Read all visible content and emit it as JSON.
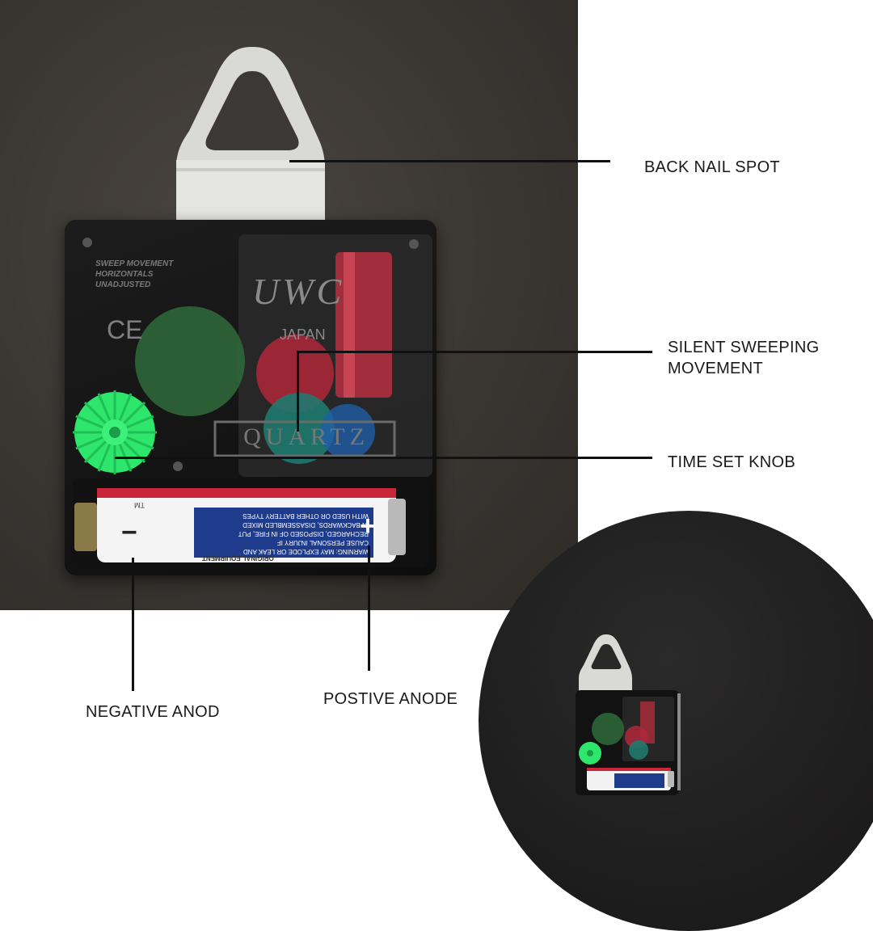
{
  "labels": {
    "back_nail_spot": "BACK NAIL SPOT",
    "silent_sweeping_movement": "SILENT SWEEPING\nMOVEMENT",
    "time_set_knob": "TIME SET KNOB",
    "negative_anode": "NEGATIVE ANOD",
    "positive_anode": "POSTIVE ANODE"
  },
  "movement_print": {
    "brand": "UWC",
    "country": "JAPAN",
    "type": "QUARTZ",
    "ce_mark": "CE",
    "spec_lines": [
      "SWEEP MOVEMENT",
      "HORIZONTALS",
      "UNADJUSTED"
    ]
  },
  "battery": {
    "minus": "−",
    "plus": "+",
    "warning_lines": [
      "WARNING: MAY EXPLODE OR LEAK AND",
      "CAUSE PERSONAL INJURY IF",
      "RECHARGED, DISPOSED OF IN FIRE, PUT",
      "IN BACKWARDS, DISASSEMBLED MIXED",
      "WITH USED OR OTHER BATTERY TYPES"
    ],
    "footer": "ORIGINAL EQUIPMENT",
    "tm": "TM"
  },
  "colors": {
    "knob_green": "#2ee66b",
    "gear_dark_green": "#2f6b3a",
    "gear_red": "#b0283a",
    "gear_blue": "#1f5fa8",
    "battery_blue": "#1f3c8c",
    "battery_red": "#c8263a"
  }
}
